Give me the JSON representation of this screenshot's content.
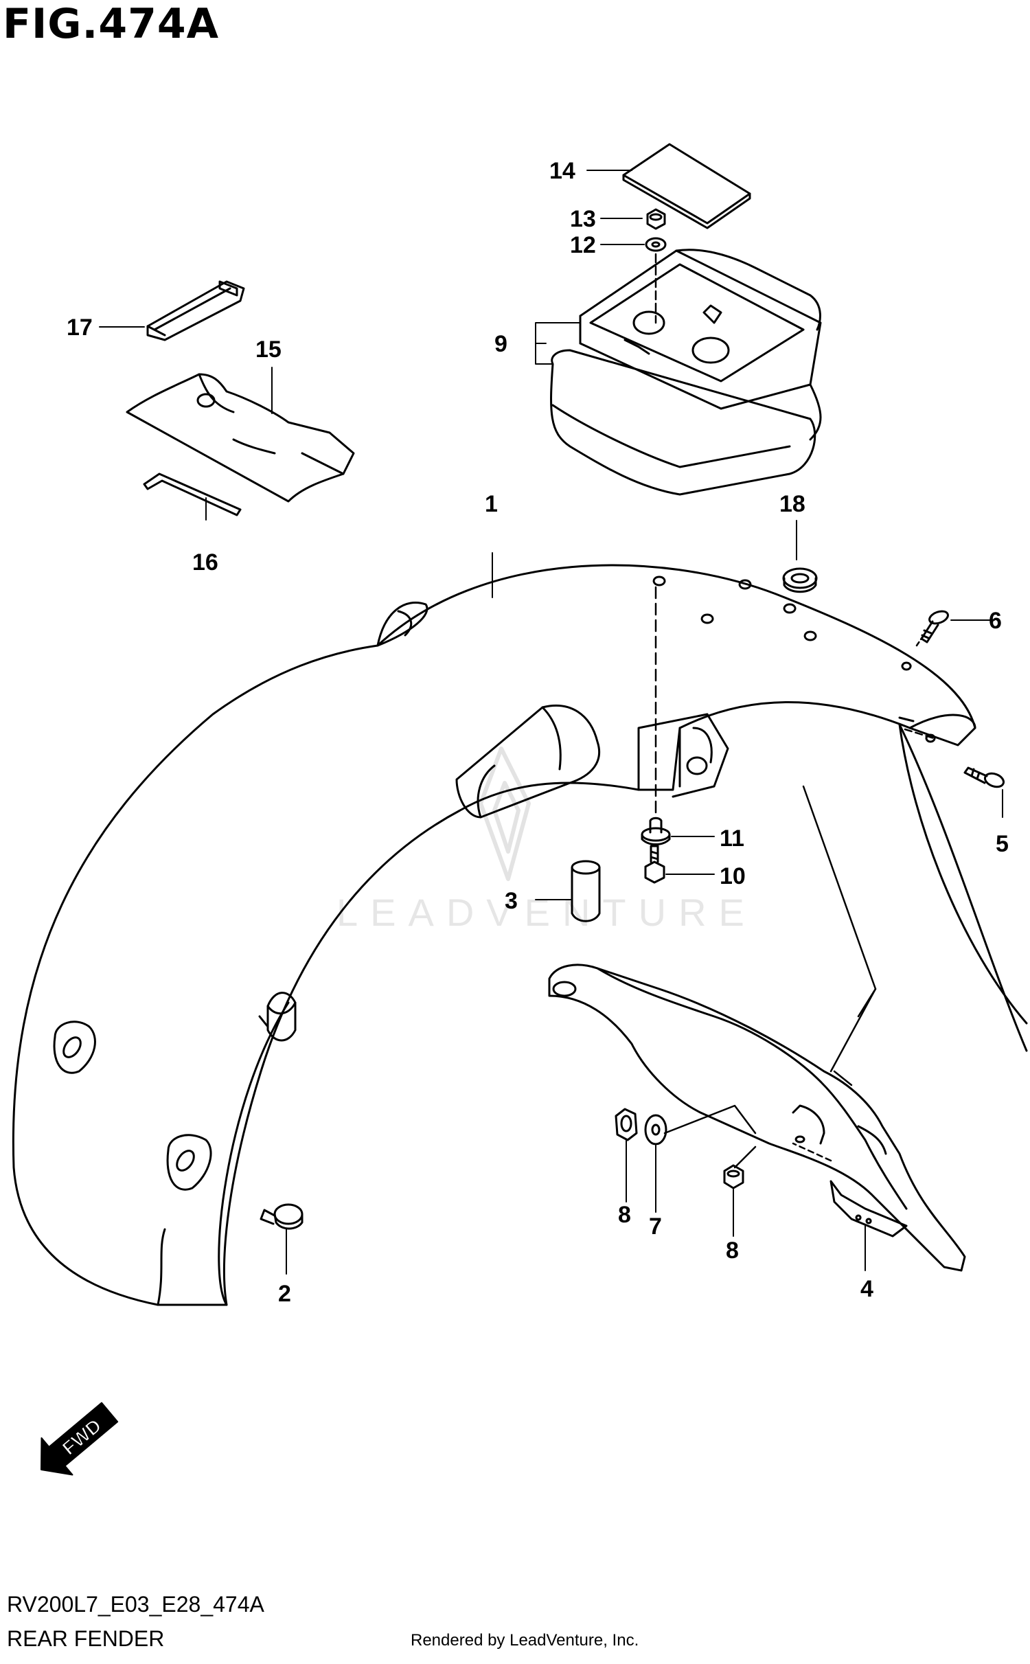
{
  "figure": {
    "title": "FIG.474A",
    "code": "RV200L7_E03_E28_474A",
    "name": "REAR FENDER",
    "credit": "Rendered by LeadVenture, Inc.",
    "watermark": "LEADVENTURE",
    "direction_label": "FWD"
  },
  "callouts": [
    "1",
    "2",
    "3",
    "4",
    "5",
    "6",
    "7",
    "8",
    "8",
    "9",
    "10",
    "11",
    "12",
    "13",
    "14",
    "15",
    "16",
    "17",
    "18"
  ],
  "colors": {
    "line": "#000000",
    "background": "#ffffff",
    "watermark": "#e6e6e6"
  }
}
